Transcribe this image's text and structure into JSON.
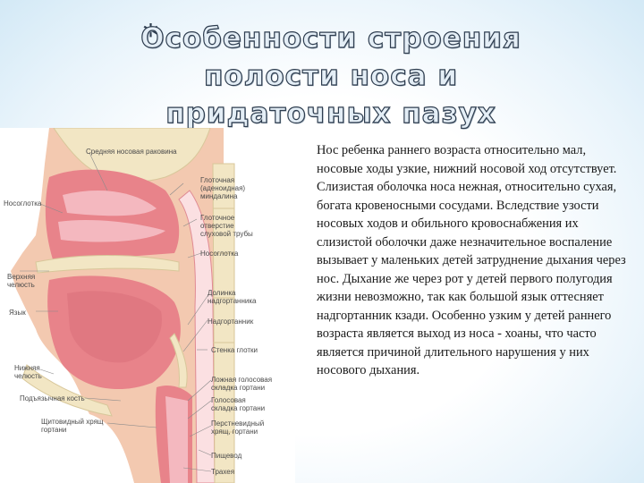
{
  "slide": {
    "bullet": "*",
    "title": "Особенности строения полости носа и придаточных пазух",
    "body": "Нос ребенка раннего возраста относительно мал, носовые ходы узкие, нижний носовой ход отсутствует. Слизистая оболочка носа нежная, относительно сухая, богата кровеносными сосудами. Вследствие узости носовых ходов и обильного кровоснабжения их слизистой оболочки даже незначительное воспаление вызывает у маленьких детей затруднение дыхания через нос. Дыхание же через рот у детей первого полугодия жизни невозможно, так как большой язык оттесняет надгортанник кзади. Особенно узким у детей раннего возраста является выход из носа - хоаны, что часто является причиной длительного нарушения у них носового дыхания."
  },
  "figure": {
    "labels": {
      "middle_turbinate": "Средняя носовая раковина",
      "pharyngeal_tonsil": "Глоточная\n(аденоидная)\nминдалина",
      "nasopharynx": "Носоглотка",
      "tube_opening": "Глоточное\nотверстие\nслуховой трубы",
      "nasopharynx_right": "Носоглотка",
      "upper_jaw": "Верхняя\nчелюсть",
      "tongue": "Язык",
      "vallecula": "Долинка\nнадгортанника",
      "epiglottis": "Надгортанник",
      "pharynx_wall": "Стенка глотки",
      "lower_jaw": "Нижняя\nчелюсть",
      "false_vocal_fold": "Ложная голосовая\nскладка гортани",
      "hyoid_bone": "Подъязычная кость",
      "true_vocal_fold": "Голосовая\nскладка гортани",
      "thyroid_cartilage": "Щитовидный хрящ\nгортани",
      "cricoid_cartilage": "Перстневидный\nхрящ, гортани",
      "esophagus": "Пищевод",
      "trachea": "Трахея"
    },
    "colors": {
      "skin": "#f3c9b0",
      "tissue": "#e8838a",
      "mucosa": "#f4b8bf",
      "cavity": "#fbe0e2",
      "bone": "#f2e6c4",
      "label_line": "#8a8a8a"
    }
  }
}
